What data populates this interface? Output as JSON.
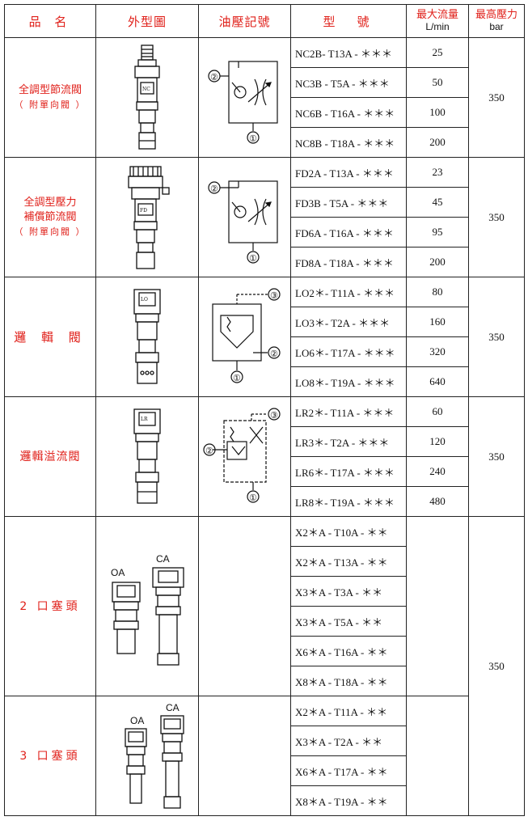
{
  "header": {
    "product_name": "品 名",
    "appearance": "外型圖",
    "hydraulic_symbol": "油壓記號",
    "model": "型　號",
    "max_flow": "最大流量",
    "max_flow_unit": "L/min",
    "max_pressure": "最高壓力",
    "max_pressure_unit": "bar"
  },
  "groups": [
    {
      "name_lines": [
        "全調型節流閥"
      ],
      "sub_line": "（ 附單向閥 ）",
      "pressure": "350",
      "symbol_ports": [
        "②",
        "①"
      ],
      "rows": [
        {
          "model": "NC2B- T13A - ＊＊＊",
          "flow": "25"
        },
        {
          "model": "NC3B - T5A - ＊＊＊",
          "flow": "50"
        },
        {
          "model": "NC6B - T16A - ＊＊＊",
          "flow": "100"
        },
        {
          "model": "NC8B - T18A - ＊＊＊",
          "flow": "200"
        }
      ]
    },
    {
      "name_lines": [
        "全調型壓力",
        "補償節流閥"
      ],
      "sub_line": "（ 附單向閥 ）",
      "pressure": "350",
      "symbol_ports": [
        "②",
        "①"
      ],
      "rows": [
        {
          "model": "FD2A - T13A - ＊＊＊",
          "flow": "23"
        },
        {
          "model": "FD3B - T5A - ＊＊＊",
          "flow": "45"
        },
        {
          "model": "FD6A - T16A - ＊＊＊",
          "flow": "95"
        },
        {
          "model": "FD8A - T18A - ＊＊＊",
          "flow": "200"
        }
      ]
    },
    {
      "name_lines": [
        "邏 輯 閥"
      ],
      "pressure": "350",
      "symbol_ports": [
        "③",
        "②",
        "①"
      ],
      "rows": [
        {
          "model": "LO2＊- T11A - ＊＊＊",
          "flow": "80"
        },
        {
          "model": "LO3＊- T2A - ＊＊＊",
          "flow": "160"
        },
        {
          "model": "LO6＊- T17A - ＊＊＊",
          "flow": "320"
        },
        {
          "model": "LO8＊- T19A - ＊＊＊",
          "flow": "640"
        }
      ]
    },
    {
      "name_lines": [
        "邏輯溢流閥"
      ],
      "pressure": "350",
      "symbol_ports": [
        "③",
        "②",
        "①"
      ],
      "rows": [
        {
          "model": "LR2＊- T11A - ＊＊＊",
          "flow": "60"
        },
        {
          "model": "LR3＊- T2A - ＊＊＊",
          "flow": "120"
        },
        {
          "model": "LR6＊- T17A - ＊＊＊",
          "flow": "240"
        },
        {
          "model": "LR8＊- T19A - ＊＊＊",
          "flow": "480"
        }
      ]
    }
  ],
  "plugs": {
    "pressure": "350",
    "groups": [
      {
        "name": "2 口塞頭",
        "labels": [
          "OA",
          "CA"
        ],
        "rows": [
          "X2＊A - T10A - ＊＊",
          "X2＊A - T13A - ＊＊",
          "X3＊A - T3A - ＊＊",
          "X3＊A - T5A - ＊＊",
          "X6＊A - T16A - ＊＊",
          "X8＊A - T18A - ＊＊"
        ]
      },
      {
        "name": "3 口塞頭",
        "labels": [
          "OA",
          "CA"
        ],
        "rows": [
          "X2＊A - T11A - ＊＊",
          "X3＊A - T2A - ＊＊",
          "X6＊A - T17A - ＊＊",
          "X8＊A - T19A - ＊＊"
        ]
      }
    ]
  }
}
